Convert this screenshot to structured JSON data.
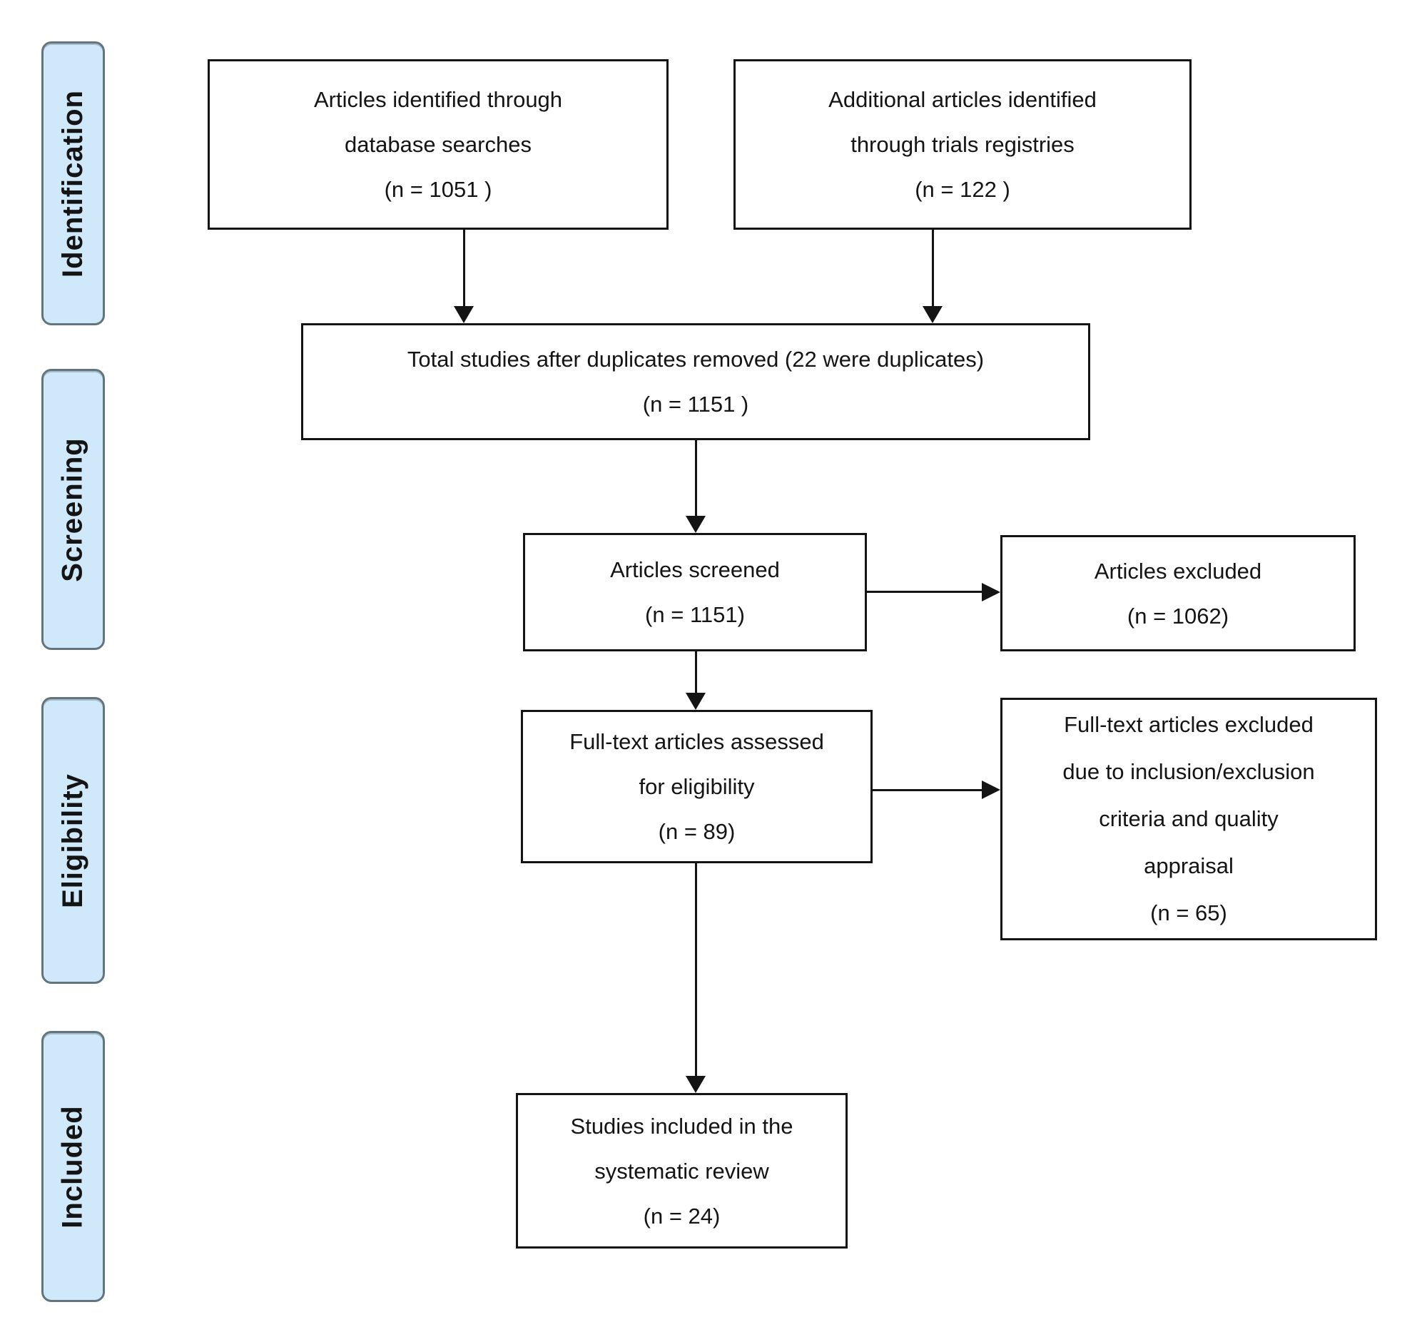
{
  "colors": {
    "stage_fill": "#cfe9fa",
    "stage_border": "#64747f",
    "box_border": "#141414",
    "text": "#141414",
    "arrow": "#141414",
    "background": "#ffffff"
  },
  "stages": [
    {
      "label": "Identification"
    },
    {
      "label": "Screening"
    },
    {
      "label": "Eligibility"
    },
    {
      "label": "Included"
    }
  ],
  "boxes": {
    "identified_db": {
      "lines": [
        "Articles identified through",
        "database searches",
        "(n = 1051 )"
      ]
    },
    "identified_registries": {
      "lines": [
        "Additional articles identified",
        "through trials registries",
        "(n = 122 )"
      ]
    },
    "total_after_duplicates": {
      "lines": [
        "Total studies after duplicates removed (22 were duplicates)",
        "(n = 1151 )"
      ]
    },
    "screened": {
      "lines": [
        "Articles screened",
        "(n = 1151)"
      ]
    },
    "excluded": {
      "lines": [
        "Articles excluded",
        "(n = 1062)"
      ]
    },
    "fulltext_assessed": {
      "lines": [
        "Full-text articles assessed",
        "for eligibility",
        "(n = 89)"
      ]
    },
    "fulltext_excluded": {
      "lines": [
        "Full-text articles excluded",
        "due to inclusion/exclusion",
        "criteria and quality",
        "appraisal",
        "(n = 65)"
      ]
    },
    "included_review": {
      "lines": [
        "Studies included in the",
        "systematic review",
        "(n = 24)"
      ]
    }
  }
}
